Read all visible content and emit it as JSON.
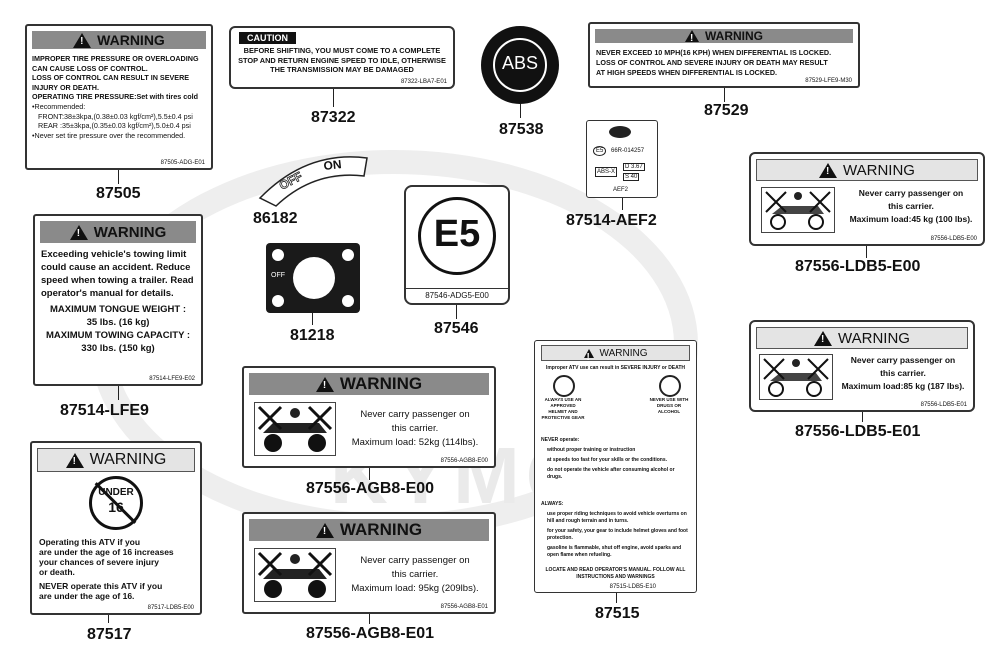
{
  "watermark": "KYMCO",
  "labels": {
    "l87505": {
      "part_no": "87505",
      "banner": "WARNING",
      "lines": [
        "IMPROPER TIRE PRESSURE OR OVERLOADING",
        "CAN CAUSE LOSS OF CONTROL.",
        "LOSS OF CONTROL CAN RESULT IN SEVERE",
        "INJURY OR DEATH.",
        "OPERATING TIRE PRESSURE:Set with tires cold",
        "•Recommended:",
        "FRONT:38±3kpa,(0.38±0.03 kgf/cm²),5.5±0.4 psi",
        "REAR :35±3kpa,(0.35±0.03 kgf/cm²),5.0±0.4 psi",
        "•Never set tire pressure over the recommended."
      ],
      "code": "87505-ADG-E01"
    },
    "l87322": {
      "part_no": "87322",
      "banner": "CAUTION",
      "lines": [
        "BEFORE SHIFTING, YOU MUST COME TO A COMPLETE",
        "STOP AND RETURN ENGINE SPEED TO IDLE, OTHERWISE",
        "THE TRANSMISSION MAY BE DAMAGED"
      ],
      "code": "87322-LBA7-E01"
    },
    "l87538": {
      "part_no": "87538",
      "text": "ABS"
    },
    "l87529": {
      "part_no": "87529",
      "banner": "WARNING",
      "lines": [
        "NEVER EXCEED 10 MPH(16 KPH) WHEN DIFFERENTIAL IS LOCKED.",
        "LOSS OF CONTROL AND SEVERE INJURY OR DEATH MAY RESULT",
        "AT HIGH SPEEDS WHEN DIFFERENTIAL IS LOCKED."
      ],
      "code": "87529-LFE9-M30"
    },
    "l86182": {
      "part_no": "86182",
      "off": "OFF",
      "on": "ON"
    },
    "l87546": {
      "part_no": "87546",
      "text": "E5",
      "code": "87546-ADG5-E00"
    },
    "l87514aef2": {
      "part_no": "87514-AEF2",
      "e_mark": "E5",
      "approval": "66R-014257",
      "abs_x": "ABS-X",
      "d": "D 3.67",
      "s": "S 40",
      "code": "AEF2"
    },
    "l87556ldb5e00": {
      "part_no": "87556-LDB5-E00",
      "banner": "WARNING",
      "lines": [
        "Never carry passenger on",
        "this carrier.",
        "Maximum load:45 kg (100 lbs)."
      ],
      "code": "87556-LDB5-E00"
    },
    "l81218": {
      "part_no": "81218",
      "text": "OFF"
    },
    "l87514lfe9": {
      "part_no": "87514-LFE9",
      "banner": "WARNING",
      "lines": [
        "Exceeding vehicle's towing limit",
        "could cause an accident. Reduce",
        "speed when towing a trailer. Read",
        "operator's manual for details."
      ],
      "bold_lines": [
        "MAXIMUM TONGUE WEIGHT :",
        "35 lbs. (16 kg)",
        "MAXIMUM TOWING CAPACITY :",
        "330 lbs. (150 kg)"
      ],
      "code": "87514-LFE9-E02"
    },
    "l87556agb8e00": {
      "part_no": "87556-AGB8-E00",
      "banner": "WARNING",
      "lines": [
        "Never carry passenger on",
        "this carrier.",
        "Maximum load: 52kg (114lbs)."
      ],
      "code": "87556-AGB8-E00"
    },
    "l87556ldb5e01": {
      "part_no": "87556-LDB5-E01",
      "banner": "WARNING",
      "lines": [
        "Never carry passenger on",
        "this carrier.",
        "Maximum load:85 kg (187 lbs)."
      ],
      "code": "87556-LDB5-E01"
    },
    "l87515": {
      "part_no": "87515",
      "banner": "WARNING",
      "intro": "Improper ATV use can result in SEVERE INJURY or DEATH",
      "left_icon": "ALWAYS USE AN APPROVED HELMET AND PROTECTIVE GEAR",
      "right_icon": "NEVER USE WITH DRUGS OR ALCOHOL",
      "never_head": "NEVER operate:",
      "never_items": [
        "without proper training or instruction",
        "at speeds too fast for your skills or the conditions.",
        "do not operate the vehicle after consuming alcohol or drugs."
      ],
      "always_head": "ALWAYS:",
      "always_items": [
        "use proper riding techniques to avoid vehicle overturns on hill and rough terrain and in turns.",
        "for your safety, your gear to include helmet gloves and foot protection.",
        "gasoline is flammable, shut off engine, avoid sparks and open flame when refueling."
      ],
      "footer": "LOCATE AND READ OPERATOR'S MANUAL. FOLLOW ALL INSTRUCTIONS AND WARNINGS",
      "code": "87515-LDB5-E10"
    },
    "l87517": {
      "part_no": "87517",
      "banner": "WARNING",
      "badge_top": "UNDER",
      "badge_num": "16",
      "lines": [
        "Operating this ATV if you",
        "are under the age of 16 increases",
        "your chances of severe injury",
        "or death."
      ],
      "lines2": [
        "NEVER operate this ATV if you",
        "are under the age of 16."
      ],
      "code": "87517-LDB5-E00"
    },
    "l87556agb8e01": {
      "part_no": "87556-AGB8-E01",
      "banner": "WARNING",
      "lines": [
        "Never carry passenger on",
        "this carrier.",
        "Maximum load: 95kg (209lbs)."
      ],
      "code": "87556-AGB8-E01"
    }
  }
}
